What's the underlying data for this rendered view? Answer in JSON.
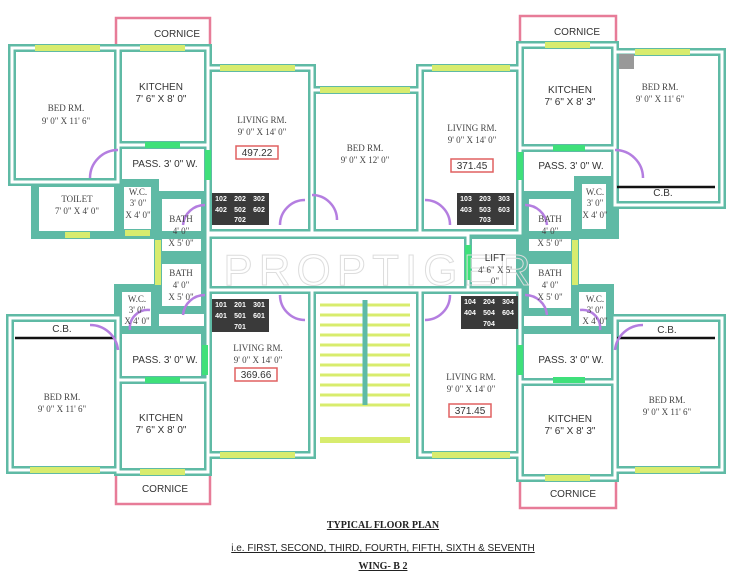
{
  "watermark": "PROPTIGER",
  "colors": {
    "wall": "#5fbaa5",
    "window": "#d8ec6e",
    "cornice": "#e77c98",
    "door": "#b47ee0",
    "area_box": "#e06060"
  },
  "rooms": {
    "cornice_tl": "CORNICE",
    "cornice_tr": "CORNICE",
    "cornice_bl": "CORNICE",
    "cornice_br": "CORNICE",
    "bed_tl": {
      "name": "BED RM.",
      "size": "9' 0\" X 11' 6\""
    },
    "kitchen_tl": {
      "name": "KITCHEN",
      "size": "7' 6\" X 8' 0\""
    },
    "living_tl": {
      "name": "LIVING RM.",
      "size": "9' 0\" X 14' 0\"",
      "area": "497.22"
    },
    "bed_center": {
      "name": "BED RM.",
      "size": "9' 0\" X 12' 0\""
    },
    "living_tr": {
      "name": "LIVING RM.",
      "size": "9' 0\" X 14' 0\"",
      "area": "371.45"
    },
    "kitchen_tr": {
      "name": "KITCHEN",
      "size": "7' 6\" X 8' 3\""
    },
    "bed_tr": {
      "name": "BED RM.",
      "size": "9' 0\" X 11' 6\""
    },
    "pass_tl": "PASS. 3' 0\" W.",
    "pass_tr": "PASS. 3' 0\" W.",
    "pass_bl": "PASS. 3' 0\" W.",
    "pass_br": "PASS. 3' 0\" W.",
    "toilet_tl": {
      "name": "TOILET",
      "size": "7' 0\" X 4' 0\""
    },
    "wc_tl": {
      "name": "W.C.",
      "size1": "3' 0\"",
      "size2": "X 4' 0\""
    },
    "wc_tr": {
      "name": "W.C.",
      "size1": "3' 0\"",
      "size2": "X 4' 0\""
    },
    "wc_bl": {
      "name": "W.C.",
      "size1": "3' 0\"",
      "size2": "X 4' 0\""
    },
    "wc_br": {
      "name": "W.C.",
      "size1": "3' 0\"",
      "size2": "X 4' 0\""
    },
    "bath_tl": {
      "name": "BATH",
      "size1": "4' 0\"",
      "size2": "X 5' 0\""
    },
    "bath_tr": {
      "name": "BATH",
      "size1": "4' 0\"",
      "size2": "X 5' 0\""
    },
    "bath_bl": {
      "name": "BATH",
      "size1": "4' 0\"",
      "size2": "X 5' 0\""
    },
    "bath_br": {
      "name": "BATH",
      "size1": "4' 0\"",
      "size2": "X 5' 0\""
    },
    "lift": {
      "name": "LIFT",
      "size1": "4' 6\" X 5'",
      "size2": "0\""
    },
    "cb_tr": "C.B.",
    "cb_bl": "C.B.",
    "cb_br": "C.B.",
    "living_bl": {
      "name": "LIVING RM.",
      "size": "9' 0\" X 14' 0\"",
      "area": "369.66"
    },
    "living_br": {
      "name": "LIVING RM.",
      "size": "9' 0\" X 14' 0\"",
      "area": "371.45"
    },
    "bed_bl": {
      "name": "BED RM.",
      "size": "9' 0\" X 11' 6\""
    },
    "kitchen_bl": {
      "name": "KITCHEN",
      "size": "7' 6\" X 8' 0\""
    },
    "kitchen_br": {
      "name": "KITCHEN",
      "size": "7' 6\" X 8' 3\""
    },
    "bed_br": {
      "name": "BED RM.",
      "size": "9' 0\" X 11' 6\""
    }
  },
  "units": {
    "tl": [
      "102",
      "202",
      "302",
      "402",
      "502",
      "602",
      "702"
    ],
    "tr": [
      "103",
      "203",
      "303",
      "403",
      "503",
      "603",
      "703"
    ],
    "bl": [
      "101",
      "201",
      "301",
      "401",
      "501",
      "601",
      "701"
    ],
    "br": [
      "104",
      "204",
      "304",
      "404",
      "504",
      "604",
      "704"
    ]
  },
  "caption": {
    "title": "TYPICAL FLOOR PLAN",
    "floors": "i.e. FIRST, SECOND, THIRD, FOURTH, FIFTH, SIXTH & SEVENTH",
    "wing": "WING- B 2"
  }
}
